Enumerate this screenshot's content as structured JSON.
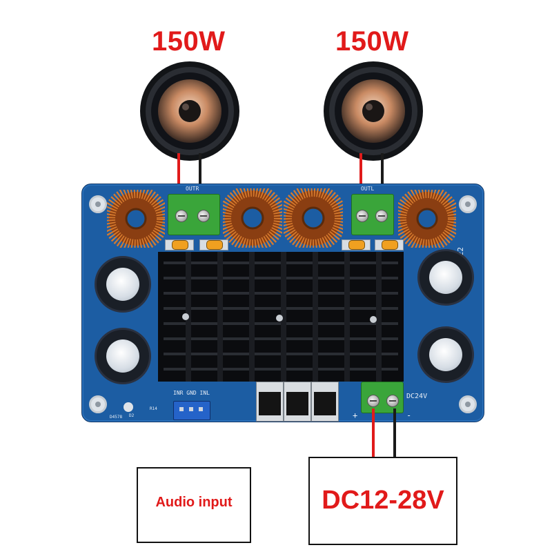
{
  "labels": {
    "left_power": "150W",
    "right_power": "150W",
    "audio_input": "Audio input",
    "dc_supply": "DC12-28V"
  },
  "board": {
    "date_code": "20220222",
    "dc_label": "DC24V",
    "input_header": "INR GND INL",
    "plus": "+",
    "minus": "-",
    "out_left": "OUTR",
    "out_right": "OUTL",
    "part_left": "D4578",
    "part_r": "R14",
    "part_d": "D2"
  },
  "colors": {
    "power_label": "#e11a1a",
    "pcb": "#1c5da3",
    "terminal": "#3aa53a",
    "wire_positive": "#e01b1b",
    "wire_negative": "#1a1a1a"
  },
  "icons": [
    "speaker-icon",
    "toroid-inductor-icon",
    "heatsink-icon",
    "capacitor-icon"
  ]
}
